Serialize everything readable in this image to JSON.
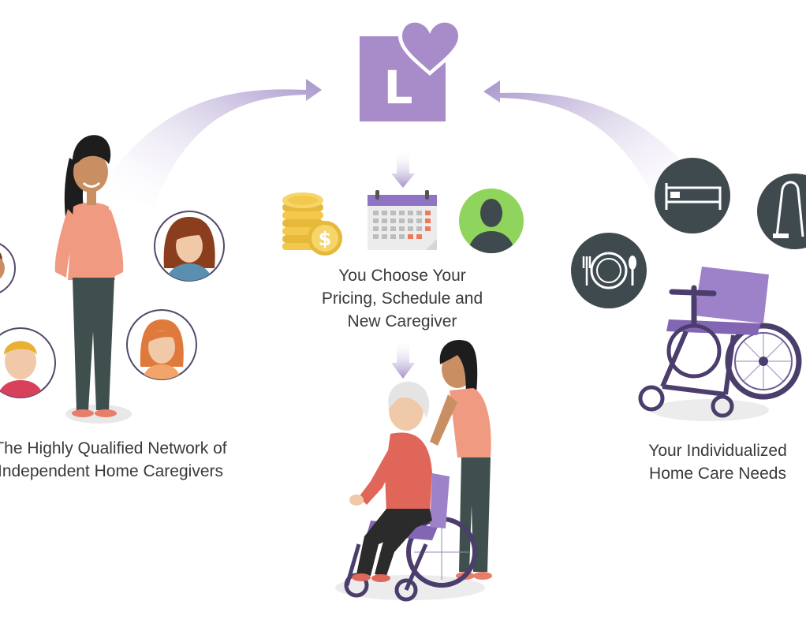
{
  "captions": {
    "network": [
      "The Highly Qualified Network of",
      "Independent Home Caregivers"
    ],
    "choose": [
      "You Choose Your",
      "Pricing, Schedule and",
      "New Caregiver"
    ],
    "needs": [
      "Your Individualized",
      "Home Care Needs"
    ]
  },
  "logo": {
    "letter": "L"
  },
  "colors": {
    "brand_purple": "#a88bc9",
    "arrow_purple": "#9b86c4",
    "dark_circle": "#3f4a4f",
    "skin": "#c98f62",
    "hair": "#1d1d1d",
    "shirt_salmon": "#f19a82",
    "pants": "#3f4f4e",
    "coin_gold": "#f2c94c",
    "avatar_green": "#8fd45c",
    "calendar_header": "#8f74c4",
    "wheelchair_seat": "#9d82c9",
    "wheelchair_frame": "#4b3e6c"
  },
  "icons": [
    "logo-heart-icon",
    "coins-dollar-icon",
    "calendar-icon",
    "person-avatar-icon",
    "bed-icon",
    "vacuum-icon",
    "plate-cutlery-icon",
    "wheelchair-icon"
  ]
}
